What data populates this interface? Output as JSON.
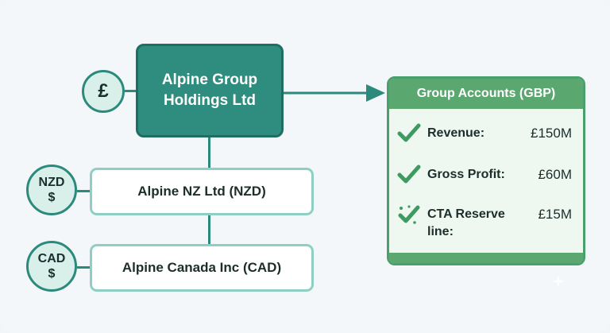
{
  "parent": {
    "name_line1": "Alpine Group",
    "name_line2": "Holdings Ltd",
    "currency_symbol": "£"
  },
  "subsidiaries": [
    {
      "name": "Alpine NZ Ltd (NZD)",
      "badge_code": "NZD",
      "badge_symbol": "$"
    },
    {
      "name": "Alpine Canada Inc (CAD)",
      "badge_code": "CAD",
      "badge_symbol": "$"
    }
  ],
  "group_accounts": {
    "title": "Group Accounts (GBP)",
    "rows": [
      {
        "label": "Revenue:",
        "value": "£150M",
        "icon": "check-icon"
      },
      {
        "label": "Gross Profit:",
        "value": "£60M",
        "icon": "check-icon"
      },
      {
        "label": "CTA Reserve line:",
        "value": "£15M",
        "icon": "sparkle-check-icon"
      }
    ]
  },
  "colors": {
    "teal": "#2e8d7f",
    "teal_dark": "#1f6e62",
    "green": "#5aa76f",
    "panel_bg": "#eef7f0"
  }
}
